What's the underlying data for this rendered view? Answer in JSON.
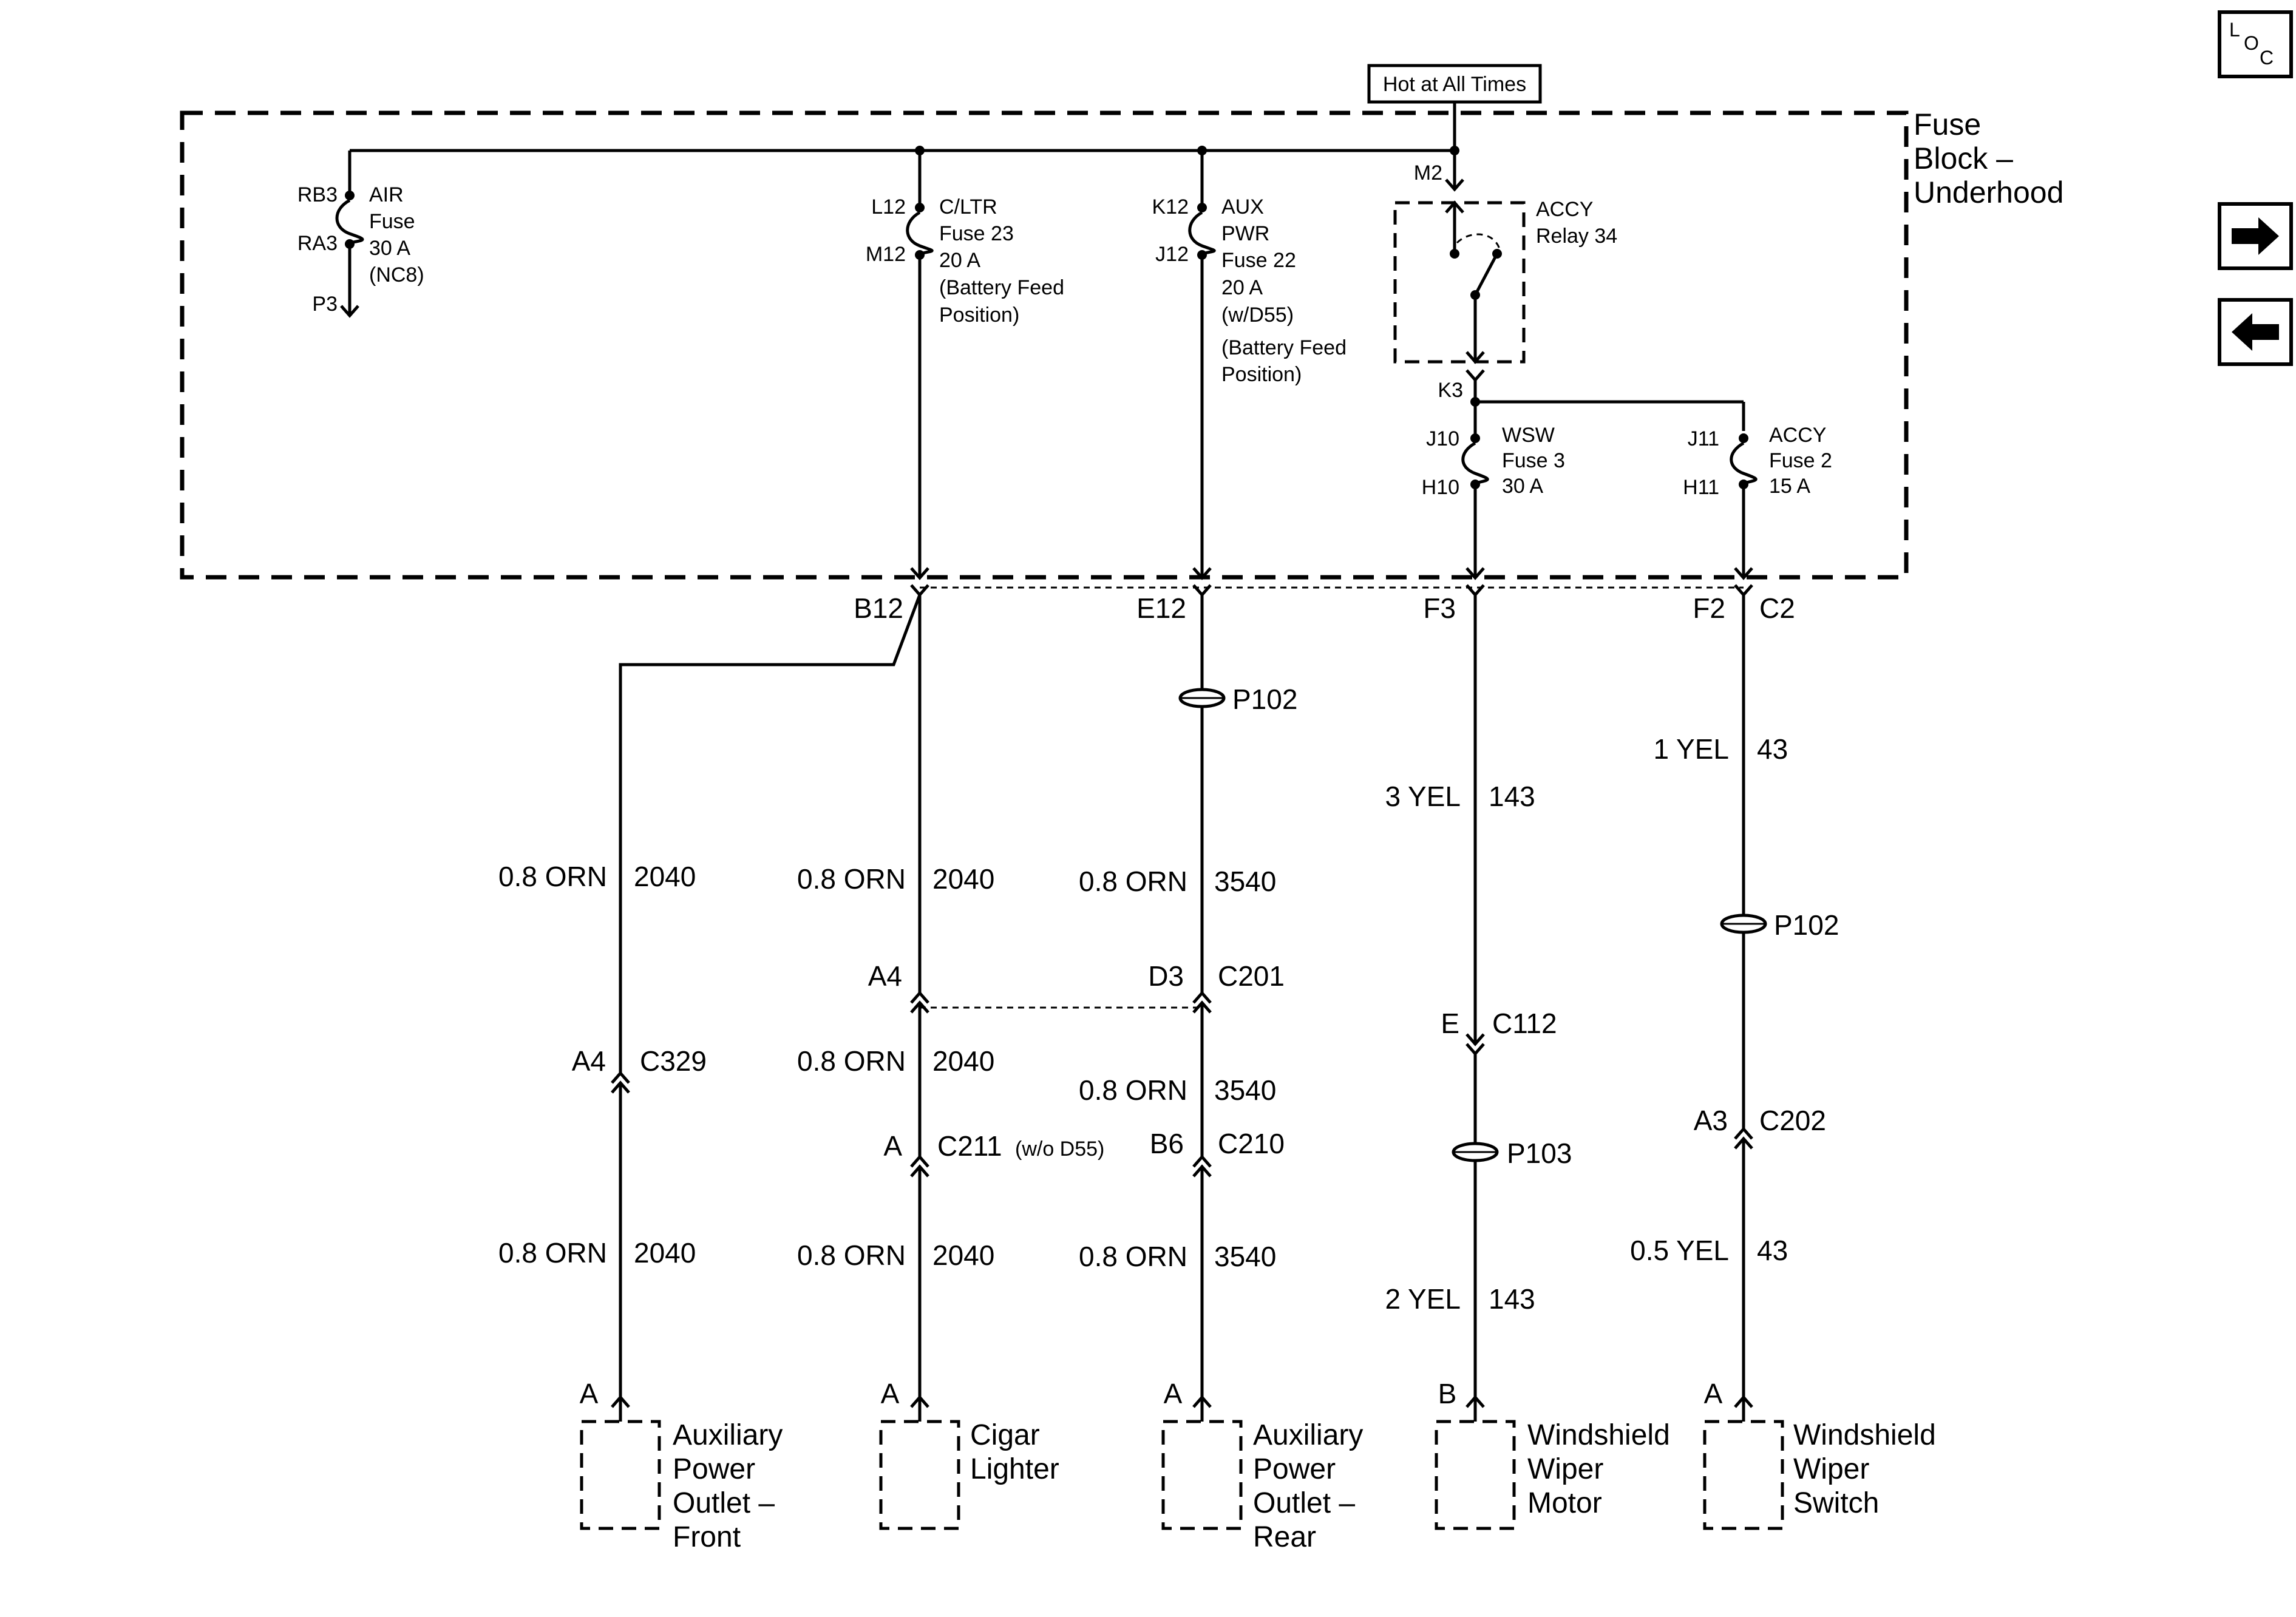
{
  "top": {
    "hot_label": "Hot at All Times"
  },
  "fuse_block": {
    "title_1": "Fuse",
    "title_2": "Block –",
    "title_3": "Underhood",
    "m2": "M2"
  },
  "relay": {
    "line1": "ACCY",
    "line2": "Relay 34"
  },
  "fuses": {
    "air": {
      "pin_in": "RB3",
      "pin_out": "RA3",
      "pin_end": "P3",
      "l1": "AIR",
      "l2": "Fuse",
      "l3": "30 A",
      "l4": "(NC8)"
    },
    "cltr": {
      "pin_in": "L12",
      "pin_out": "M12",
      "l1": "C/LTR",
      "l2": "Fuse 23",
      "l3": "20 A",
      "l4": "(Battery Feed",
      "l5": "Position)"
    },
    "aux": {
      "pin_in": "K12",
      "pin_out": "J12",
      "l1": "AUX",
      "l2": "PWR",
      "l3": "Fuse 22",
      "l4": "20 A",
      "l5": "(w/D55)",
      "l6": "(Battery Feed",
      "l7": "Position)"
    },
    "wsw": {
      "pin_in": "J10",
      "pin_out": "H10",
      "l1": "WSW",
      "l2": "Fuse 3",
      "l3": "30 A"
    },
    "accy": {
      "pin_in": "J11",
      "pin_out": "H11",
      "l1": "ACCY",
      "l2": "Fuse 2",
      "l3": "15 A"
    },
    "k3": "K3"
  },
  "connectors": {
    "b12": "B12",
    "e12": "E12",
    "f3": "F3",
    "f2": "F2",
    "c2": "C2",
    "p102a": "P102",
    "p102b": "P102",
    "p103": "P103",
    "a4_c201": "A4",
    "d3": "D3",
    "c201": "C201",
    "a4_c329": "A4",
    "c329": "C329",
    "a_c211": "A",
    "c211": "C211",
    "c211_note": "(w/o D55)",
    "b6": "B6",
    "c210": "C210",
    "e_c112": "E",
    "c112": "C112",
    "a3": "A3",
    "c202": "C202"
  },
  "wires": {
    "w1a": {
      "gauge": "0.8 ORN",
      "circuit": "2040"
    },
    "w1b": {
      "gauge": "0.8 ORN",
      "circuit": "2040"
    },
    "w2a": {
      "gauge": "0.8 ORN",
      "circuit": "2040"
    },
    "w2b": {
      "gauge": "0.8 ORN",
      "circuit": "2040"
    },
    "w2c": {
      "gauge": "0.8 ORN",
      "circuit": "2040"
    },
    "w3a": {
      "gauge": "0.8 ORN",
      "circuit": "3540"
    },
    "w3b": {
      "gauge": "0.8 ORN",
      "circuit": "3540"
    },
    "w3c": {
      "gauge": "0.8 ORN",
      "circuit": "3540"
    },
    "w4a": {
      "gauge": "3 YEL",
      "circuit": "143"
    },
    "w4b": {
      "gauge": "2 YEL",
      "circuit": "143"
    },
    "w5a": {
      "gauge": "1 YEL",
      "circuit": "43"
    },
    "w5b": {
      "gauge": "0.5 YEL",
      "circuit": "43"
    }
  },
  "components": {
    "c1": {
      "pin": "A",
      "l1": "Auxiliary",
      "l2": "Power",
      "l3": "Outlet –",
      "l4": "Front"
    },
    "c2": {
      "pin": "A",
      "l1": "Cigar",
      "l2": "Lighter"
    },
    "c3": {
      "pin": "A",
      "l1": "Auxiliary",
      "l2": "Power",
      "l3": "Outlet –",
      "l4": "Rear"
    },
    "c4": {
      "pin": "B",
      "l1": "Windshield",
      "l2": "Wiper",
      "l3": "Motor"
    },
    "c5": {
      "pin": "A",
      "l1": "Windshield",
      "l2": "Wiper",
      "l3": "Switch"
    }
  },
  "nav": {
    "loc_l": "L",
    "loc_o": "O",
    "loc_c": "C",
    "next_icon": "arrow-right-icon",
    "prev_icon": "arrow-left-icon"
  }
}
